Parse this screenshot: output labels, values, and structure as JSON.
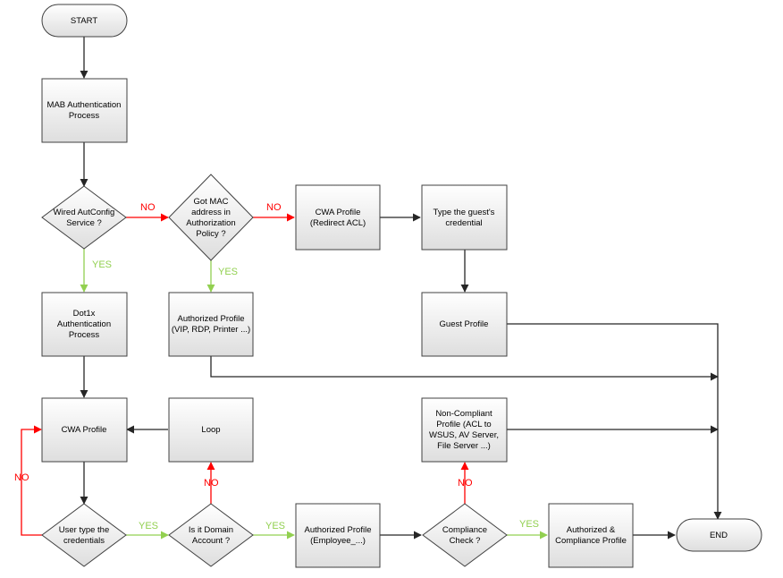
{
  "colors": {
    "shape_fill_top": "#ffffff",
    "shape_fill_bottom": "#dedede",
    "stroke": "#404040",
    "edge": "#262626",
    "no": "#ff0000",
    "yes": "#92d050"
  },
  "nodes": {
    "start": [
      "START"
    ],
    "mab": [
      "MAB Authentication",
      "Process"
    ],
    "wired": [
      "Wired AutConfig",
      "Service ?"
    ],
    "gotmac": [
      "Got MAC",
      "address in",
      "Authorization",
      "Policy ?"
    ],
    "cwa1": [
      "CWA Profile",
      "(Redirect ACL)"
    ],
    "guestcred": [
      "Type the guest's",
      "credential"
    ],
    "dot1x": [
      "Dot1x",
      "Authentication",
      "Process"
    ],
    "authprof1": [
      "Authorized Profile",
      "(VIP, RDP, Printer ...)"
    ],
    "guest": [
      "Guest Profile"
    ],
    "cwa2": [
      "CWA Profile"
    ],
    "loop": [
      "Loop"
    ],
    "noncomp": [
      "Non-Compliant",
      "Profile (ACL to",
      "WSUS, AV Server,",
      "File Server ...)"
    ],
    "usertype": [
      "User type the",
      "credentials"
    ],
    "domain": [
      "Is it Domain",
      "Account ?"
    ],
    "authprof2": [
      "Authorized Profile",
      "(Employee_...)"
    ],
    "compliance": [
      "Compliance",
      "Check ?"
    ],
    "authcomp": [
      "Authorized &",
      "Compliance Profile"
    ],
    "end": [
      "END"
    ]
  },
  "edge_labels": {
    "wired_no": "NO",
    "wired_yes": "YES",
    "gotmac_no": "NO",
    "gotmac_yes": "YES",
    "usertype_no": "NO",
    "usertype_yes": "YES",
    "domain_no": "NO",
    "domain_yes": "YES",
    "compliance_no": "NO",
    "compliance_yes": "YES"
  }
}
